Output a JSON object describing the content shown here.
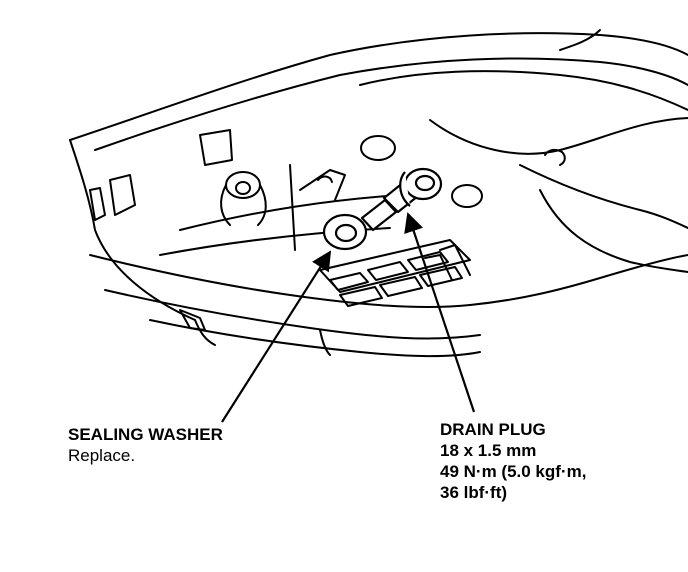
{
  "sealing_washer": {
    "name": "SEALING WASHER",
    "note": "Replace."
  },
  "drain_plug": {
    "name": "DRAIN PLUG",
    "specs": [
      "18 x 1.5 mm",
      "49 N·m (5.0 kgf·m,",
      "36 lbf·ft)"
    ]
  },
  "colors": {
    "ink": "#000000",
    "paper": "#ffffff"
  }
}
